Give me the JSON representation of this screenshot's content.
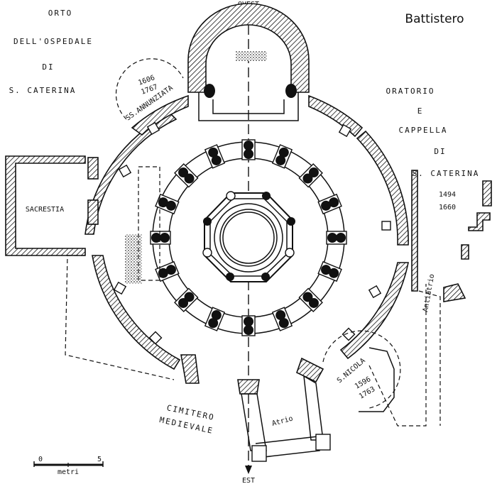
{
  "title": "Battistero",
  "labels": {
    "ovest": "OVEST",
    "est": "EST",
    "orto_line1": "ORTO",
    "orto_line2": "DELL'OSPEDALE",
    "orto_line3": "DI",
    "orto_line4": "S. CATERINA",
    "oratorio_line1": "ORATORIO",
    "oratorio_line2": "E",
    "oratorio_line3": "CAPPELLA",
    "oratorio_line4": "DI",
    "oratorio_line5": "S. CATERINA",
    "years_caterina_1": "1494",
    "years_caterina_2": "1660",
    "sacrestia": "SACRESTIA",
    "annunziata_name": "SS.ANNUNZIATA",
    "annunziata_year1": "1606",
    "annunziata_year2": "1767",
    "nicola_name": "S.NICOLA",
    "nicola_year1": "1596",
    "nicola_year2": "1763",
    "cimitero_line1": "CIMITERO",
    "cimitero_line2": "MEDIEVALE",
    "atrio": "Atrio",
    "antiatrio": "Antiatrio",
    "scale_zero": "0",
    "scale_five": "5",
    "scale_unit": "metri"
  }
}
